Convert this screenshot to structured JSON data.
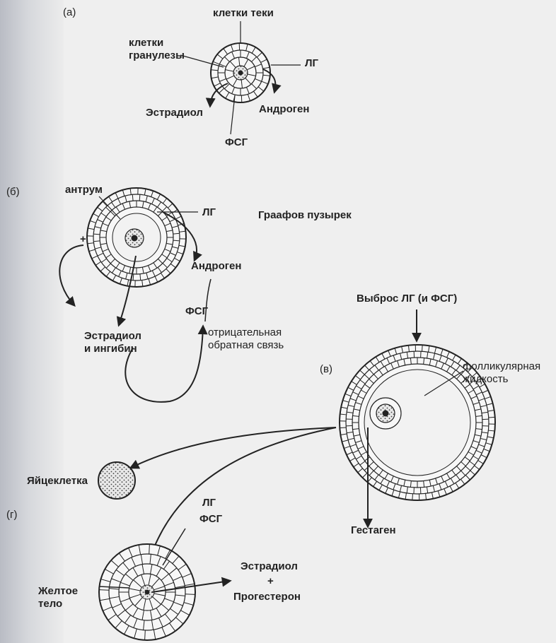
{
  "panels": {
    "a": {
      "tag": "(а)",
      "theca": "клетки теки",
      "granulosa": "клетки\nгранулезы",
      "lh": "ЛГ",
      "estradiol": "Эстрадиол",
      "androgen": "Андроген",
      "fsh": "ФСГ"
    },
    "b": {
      "tag": "(б)",
      "antrum": "антрум",
      "plus": "+",
      "lh": "ЛГ",
      "title": "Граафов пузырек",
      "androgen": "Андроген",
      "fsh": "ФСГ",
      "feedback": "отрицательная\nобратная связь",
      "estradiol_inhibin": "Эстрадиол\nи ингибин"
    },
    "v": {
      "tag": "(в)",
      "surge": "Выброс ЛГ (и ФСГ)",
      "follicular_fluid": "фолликулярная\nжидкость",
      "gestagen": "Гестаген"
    },
    "g": {
      "tag": "(г)",
      "oocyte": "Яйцеклетка",
      "lh": "ЛГ",
      "fsh": "ФСГ",
      "corpus_luteum": "Желтое\nтело",
      "estradiol": "Эстрадиол",
      "plus": "+",
      "progesterone": "Прогестерон"
    }
  }
}
